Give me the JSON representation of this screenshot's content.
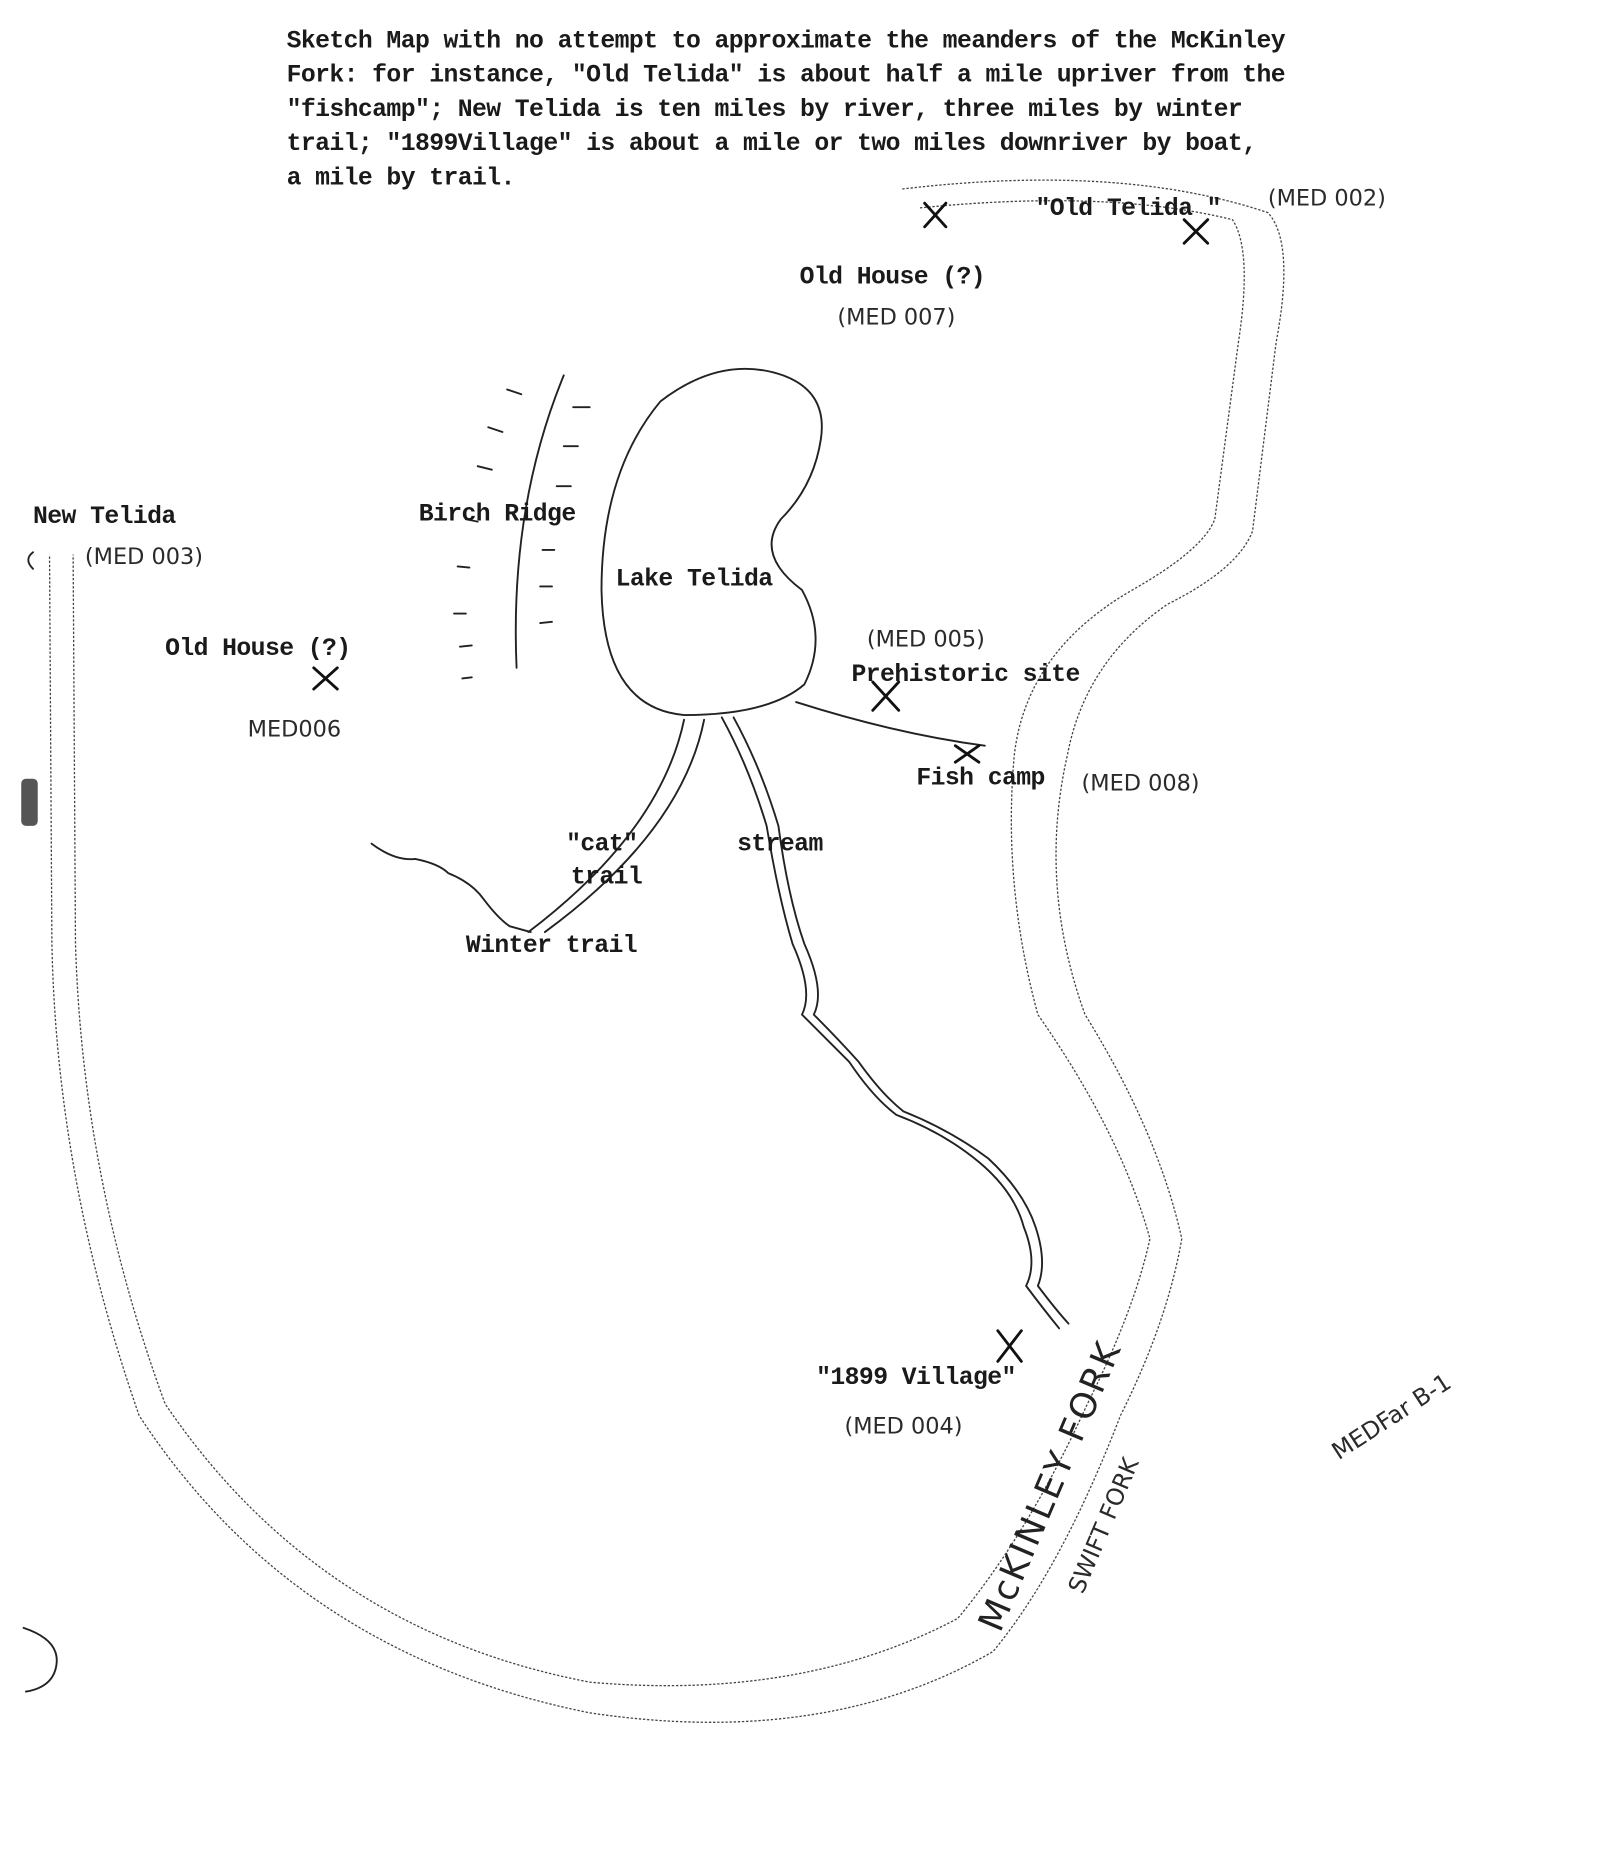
{
  "caption": {
    "lines": [
      "Sketch Map with no attempt to approximate the meanders of the McKinley",
      "Fork: for instance, \"Old Telida\" is about half a mile upriver from the",
      "\"fishcamp\"; New Telida is ten miles by river, three miles by winter",
      "trail; \"1899Village\" is about a mile or two miles downriver by boat,",
      "a mile by trail."
    ]
  },
  "labels": {
    "old_telida": "\"Old Telida \"",
    "old_telida_code": "(MED 002)",
    "old_house_north": "Old House (?)",
    "old_house_north_code": "(MED 007)",
    "new_telida": "New Telida",
    "new_telida_code": "(MED 003)",
    "birch_ridge": "Birch Ridge",
    "lake_telida": "Lake Telida",
    "old_house_west": "Old House (?)",
    "old_house_west_code": "MED006",
    "prehistoric_code": "(MED 005)",
    "prehistoric_site": "Prehistoric site",
    "fish_camp": "Fish camp",
    "fish_camp_code": "(MED 008)",
    "cat_trail_1": "\"cat\"",
    "cat_trail_2": "trail",
    "stream": "stream",
    "winter_trail": "Winter trail",
    "village_1899": "\"1899 Village\"",
    "village_1899_code": "(MED 004)",
    "mckinley_fork": "McKINLEY FORK",
    "swift_fork": "SWIFT FORK",
    "sheet_ref": "MEDFar B-1"
  }
}
